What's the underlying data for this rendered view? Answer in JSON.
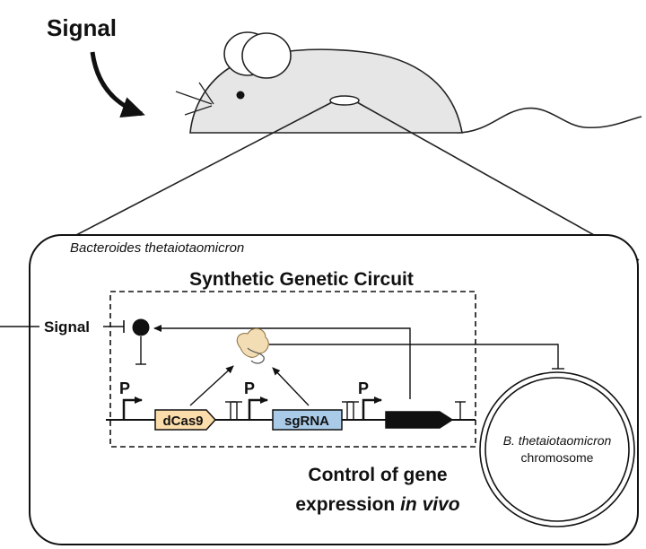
{
  "signal_title": "Signal",
  "organism": "Bacteroides thetaiotaomicron",
  "circuit_title": "Synthetic Genetic Circuit",
  "signal_label": "Signal",
  "promoter_label": "P",
  "genes": {
    "dcas9": "dCas9",
    "sgrna": "sgRNA"
  },
  "chromosome": {
    "line1": "B. thetaiotaomicron",
    "line2": "chromosome"
  },
  "caption": {
    "line1": "Control of gene",
    "line2_prefix": "expression ",
    "line2_italic": "in vivo"
  },
  "colors": {
    "dcas9_fill": "#fbdcab",
    "sgrna_fill": "#a9cbe7",
    "mouse_fill": "#e6e6e6",
    "cas9_fill": "#f3ddb5"
  }
}
